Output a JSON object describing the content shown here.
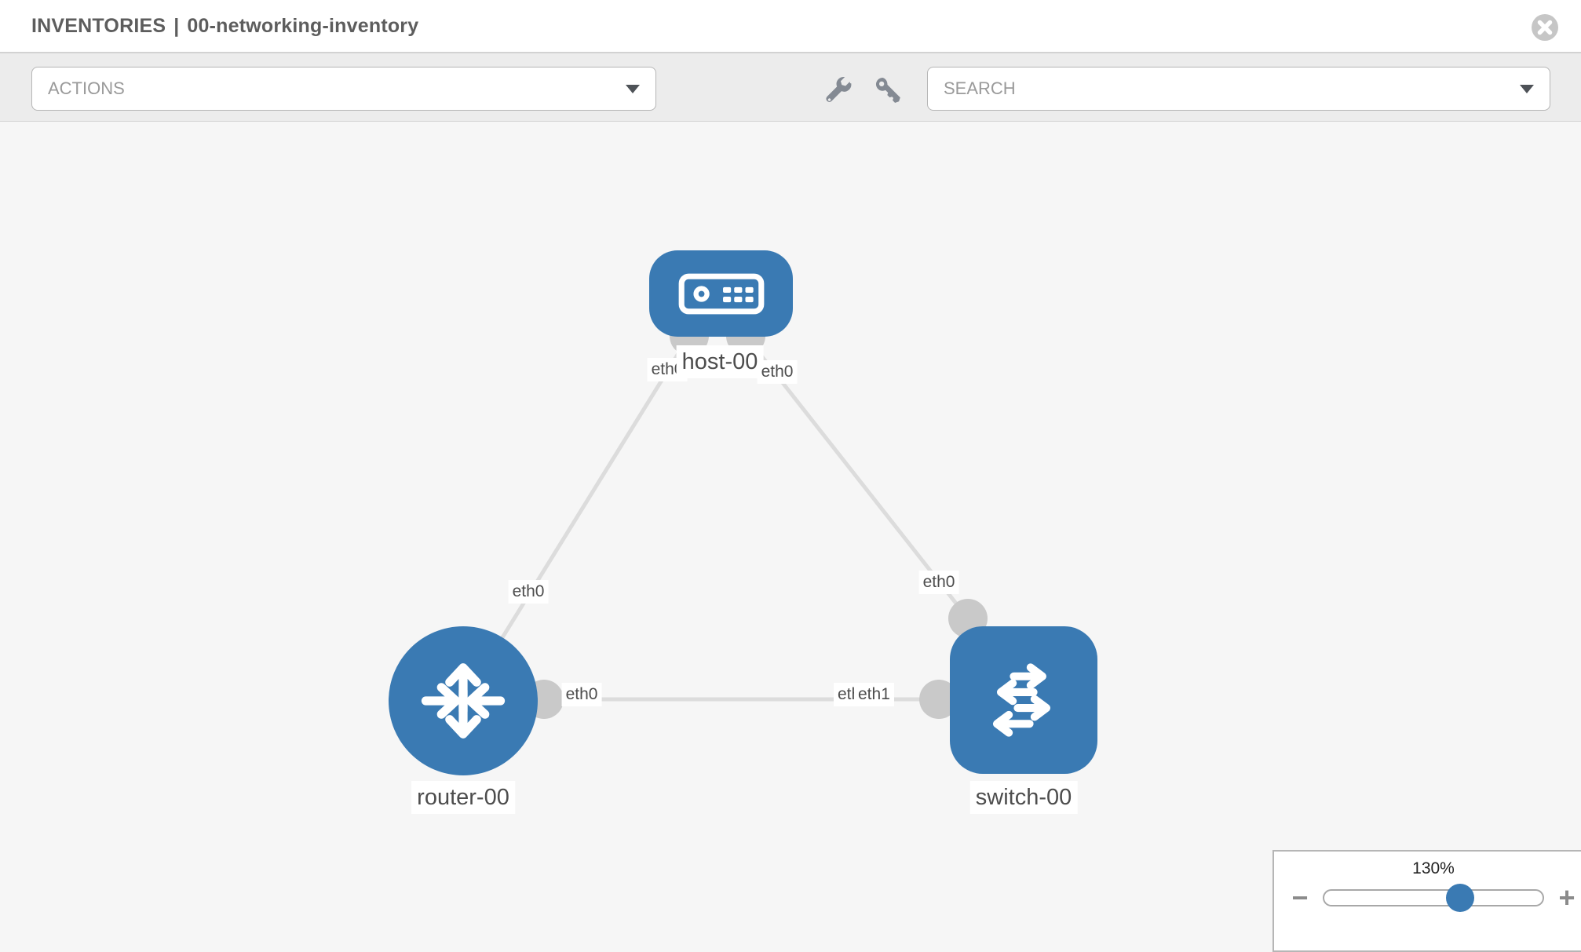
{
  "header": {
    "section": "INVENTORIES",
    "separator": "|",
    "item": "00-networking-inventory"
  },
  "toolbar": {
    "actions_label": "ACTIONS",
    "search_placeholder": "SEARCH",
    "icons": [
      "wrench-icon",
      "key-icon"
    ]
  },
  "canvas": {
    "nodes": {
      "host": {
        "label": "host-00",
        "type": "host",
        "icon": "host-icon"
      },
      "router": {
        "label": "router-00",
        "type": "router",
        "icon": "router-icon"
      },
      "switch": {
        "label": "switch-00",
        "type": "switch",
        "icon": "switch-icon"
      }
    },
    "links": [
      {
        "from": "host-00",
        "from_interface": "eth0",
        "to": "router-00",
        "to_interface": "eth0"
      },
      {
        "from": "host-00",
        "from_interface": "eth0",
        "to": "switch-00",
        "to_interface": "eth0"
      },
      {
        "from": "router-00",
        "from_interface": "eth0",
        "to": "switch-00",
        "to_interface": "eth1"
      }
    ],
    "interface_labels": {
      "host_left": "eth0",
      "host_right": "eth0",
      "link_host_router_mid": "eth0",
      "link_host_switch_mid": "eth0",
      "router_right": "eth0",
      "switch_left_hidden": "eth0",
      "switch_left": "eth1"
    }
  },
  "zoom_control": {
    "level": "130%",
    "minus": "−",
    "plus": "+"
  },
  "colors": {
    "node_fill": "#3a7ab3",
    "port_fill": "#c9c9c9",
    "link_stroke": "#dcdcdc",
    "toolbar_bg": "#ececec",
    "canvas_bg": "#f6f6f6",
    "title_text": "#5d5d5d",
    "slider_handle": "#3a7ab3"
  }
}
